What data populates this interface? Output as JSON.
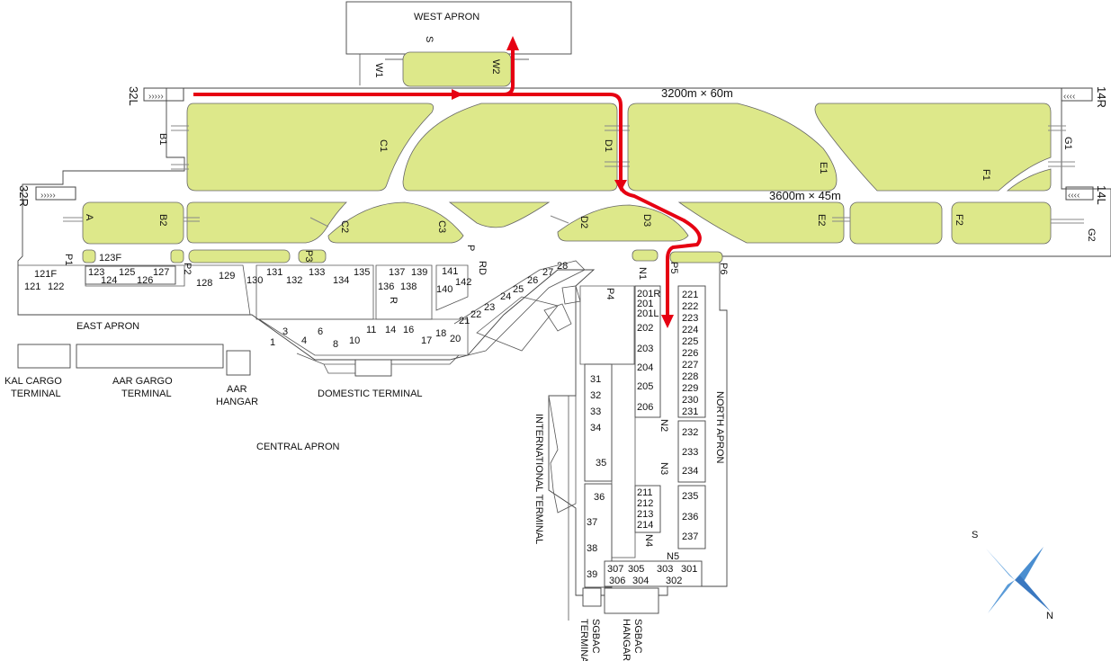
{
  "route_color": "#e60012",
  "grass_color": "#dde88a",
  "compass_color": "#4a8ed0",
  "runways": [
    {
      "label": "32L"
    },
    {
      "label": "14R"
    },
    {
      "label": "32R"
    },
    {
      "label": "14L"
    }
  ],
  "runway_dims": {
    "upper": "3200m × 60m",
    "lower": "3600m × 45m"
  },
  "taxiways": {
    "W1": "W1",
    "W2": "W2",
    "S": "S",
    "B1": "B1",
    "C1": "C1",
    "D1": "D1",
    "E1": "E1",
    "F1": "F1",
    "G1": "G1",
    "A": "A",
    "B2": "B2",
    "C2": "C2",
    "C3": "C3",
    "D2": "D2",
    "D3": "D3",
    "E2": "E2",
    "F2": "F2",
    "G2": "G2",
    "P1": "P1",
    "P2": "P2",
    "P3": "P3",
    "P": "P",
    "RD": "RD",
    "R": "R",
    "P4": "P4",
    "N1": "N1",
    "P5": "P5",
    "P6": "P6",
    "N2": "N2",
    "N3": "N3",
    "N4": "N4",
    "N5": "N5"
  },
  "areas": {
    "west_apron": "WEST APRON",
    "east_apron": "EAST APRON",
    "central_apron": "CENTRAL APRON",
    "north_apron": "NORTH APRON",
    "domestic_terminal": "DOMESTIC TERMINAL",
    "international_terminal": "INTERNATIONAL TERMINAL",
    "kal_cargo_1": "KAL CARGO",
    "kal_cargo_2": "TERMINAL",
    "aar_cargo_1": "AAR GARGO",
    "aar_cargo_2": "TERMINAL",
    "aar_hangar_1": "AAR",
    "aar_hangar_2": "HANGAR",
    "sgbac_terminal_1": "SGBAC",
    "sgbac_terminal_2": "TERMINAL",
    "sgbac_hangar_1": "SGBAC",
    "sgbac_hangar_2": "HANGAR"
  },
  "stands": {
    "s121F": "121F",
    "s121": "121",
    "s122": "122",
    "s123F": "123F",
    "s123": "123",
    "s124": "124",
    "s125": "125",
    "s126": "126",
    "s127": "127",
    "s128": "128",
    "s129": "129",
    "s130": "130",
    "s131": "131",
    "s132": "132",
    "s133": "133",
    "s134": "134",
    "s135": "135",
    "s136": "136",
    "s137": "137",
    "s138": "138",
    "s139": "139",
    "s140": "140",
    "s141": "141",
    "s142": "142",
    "s1": "1",
    "s3": "3",
    "s4": "4",
    "s6": "6",
    "s8": "8",
    "s10": "10",
    "s11": "11",
    "s14": "14",
    "s16": "16",
    "s17": "17",
    "s18": "18",
    "s20": "20",
    "s21": "21",
    "s22": "22",
    "s23": "23",
    "s24": "24",
    "s25": "25",
    "s26": "26",
    "s27": "27",
    "s28": "28",
    "s31": "31",
    "s32": "32",
    "s33": "33",
    "s34": "34",
    "s35": "35",
    "s36": "36",
    "s37": "37",
    "s38": "38",
    "s39": "39",
    "s201R": "201R",
    "s201": "201",
    "s201L": "201L",
    "s202": "202",
    "s203": "203",
    "s204": "204",
    "s205": "205",
    "s206": "206",
    "s211": "211",
    "s212": "212",
    "s213": "213",
    "s214": "214",
    "s221": "221",
    "s222": "222",
    "s223": "223",
    "s224": "224",
    "s225": "225",
    "s226": "226",
    "s227": "227",
    "s228": "228",
    "s229": "229",
    "s230": "230",
    "s231": "231",
    "s232": "232",
    "s233": "233",
    "s234": "234",
    "s235": "235",
    "s236": "236",
    "s237": "237",
    "s301": "301",
    "s302": "302",
    "s303": "303",
    "s304": "304",
    "s305": "305",
    "s306": "306",
    "s307": "307"
  },
  "compass": {
    "s": "S",
    "n": "N"
  }
}
